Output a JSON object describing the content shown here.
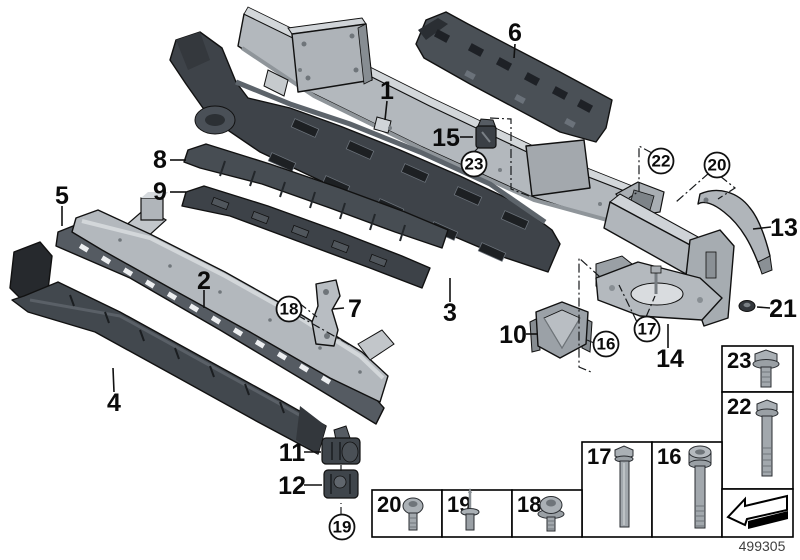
{
  "diagram": {
    "drawing_number": "499305",
    "background_color": "#ffffff",
    "colors": {
      "metal_part": "#b3b8bd",
      "metal_highlight": "#d3d7da",
      "plastic_dark_part": "#3e4349",
      "outline": "#111111",
      "legend_border": "#000000"
    },
    "callouts": {
      "plain": [
        "1",
        "2",
        "3",
        "4",
        "5",
        "6",
        "7",
        "8",
        "9",
        "10",
        "11",
        "12",
        "13",
        "14",
        "15",
        "21"
      ],
      "circled": [
        "16",
        "17",
        "18",
        "19",
        "20",
        "22",
        "23"
      ]
    },
    "legend": {
      "cells": [
        {
          "label": "23",
          "icon": "flange-hex-bolt-icon"
        },
        {
          "label": "22",
          "icon": "long-flange-hex-bolt-icon"
        },
        {
          "label": "17",
          "icon": "long-hex-bolt-icon"
        },
        {
          "label": "16",
          "icon": "torx-socket-bolt-icon"
        },
        {
          "label": "20",
          "icon": "pan-head-screw-icon"
        },
        {
          "label": "19",
          "icon": "blind-rivet-icon"
        },
        {
          "label": "18",
          "icon": "washer-torx-screw-icon"
        }
      ],
      "nav_arrow_icon": "direction-arrow-icon"
    }
  }
}
